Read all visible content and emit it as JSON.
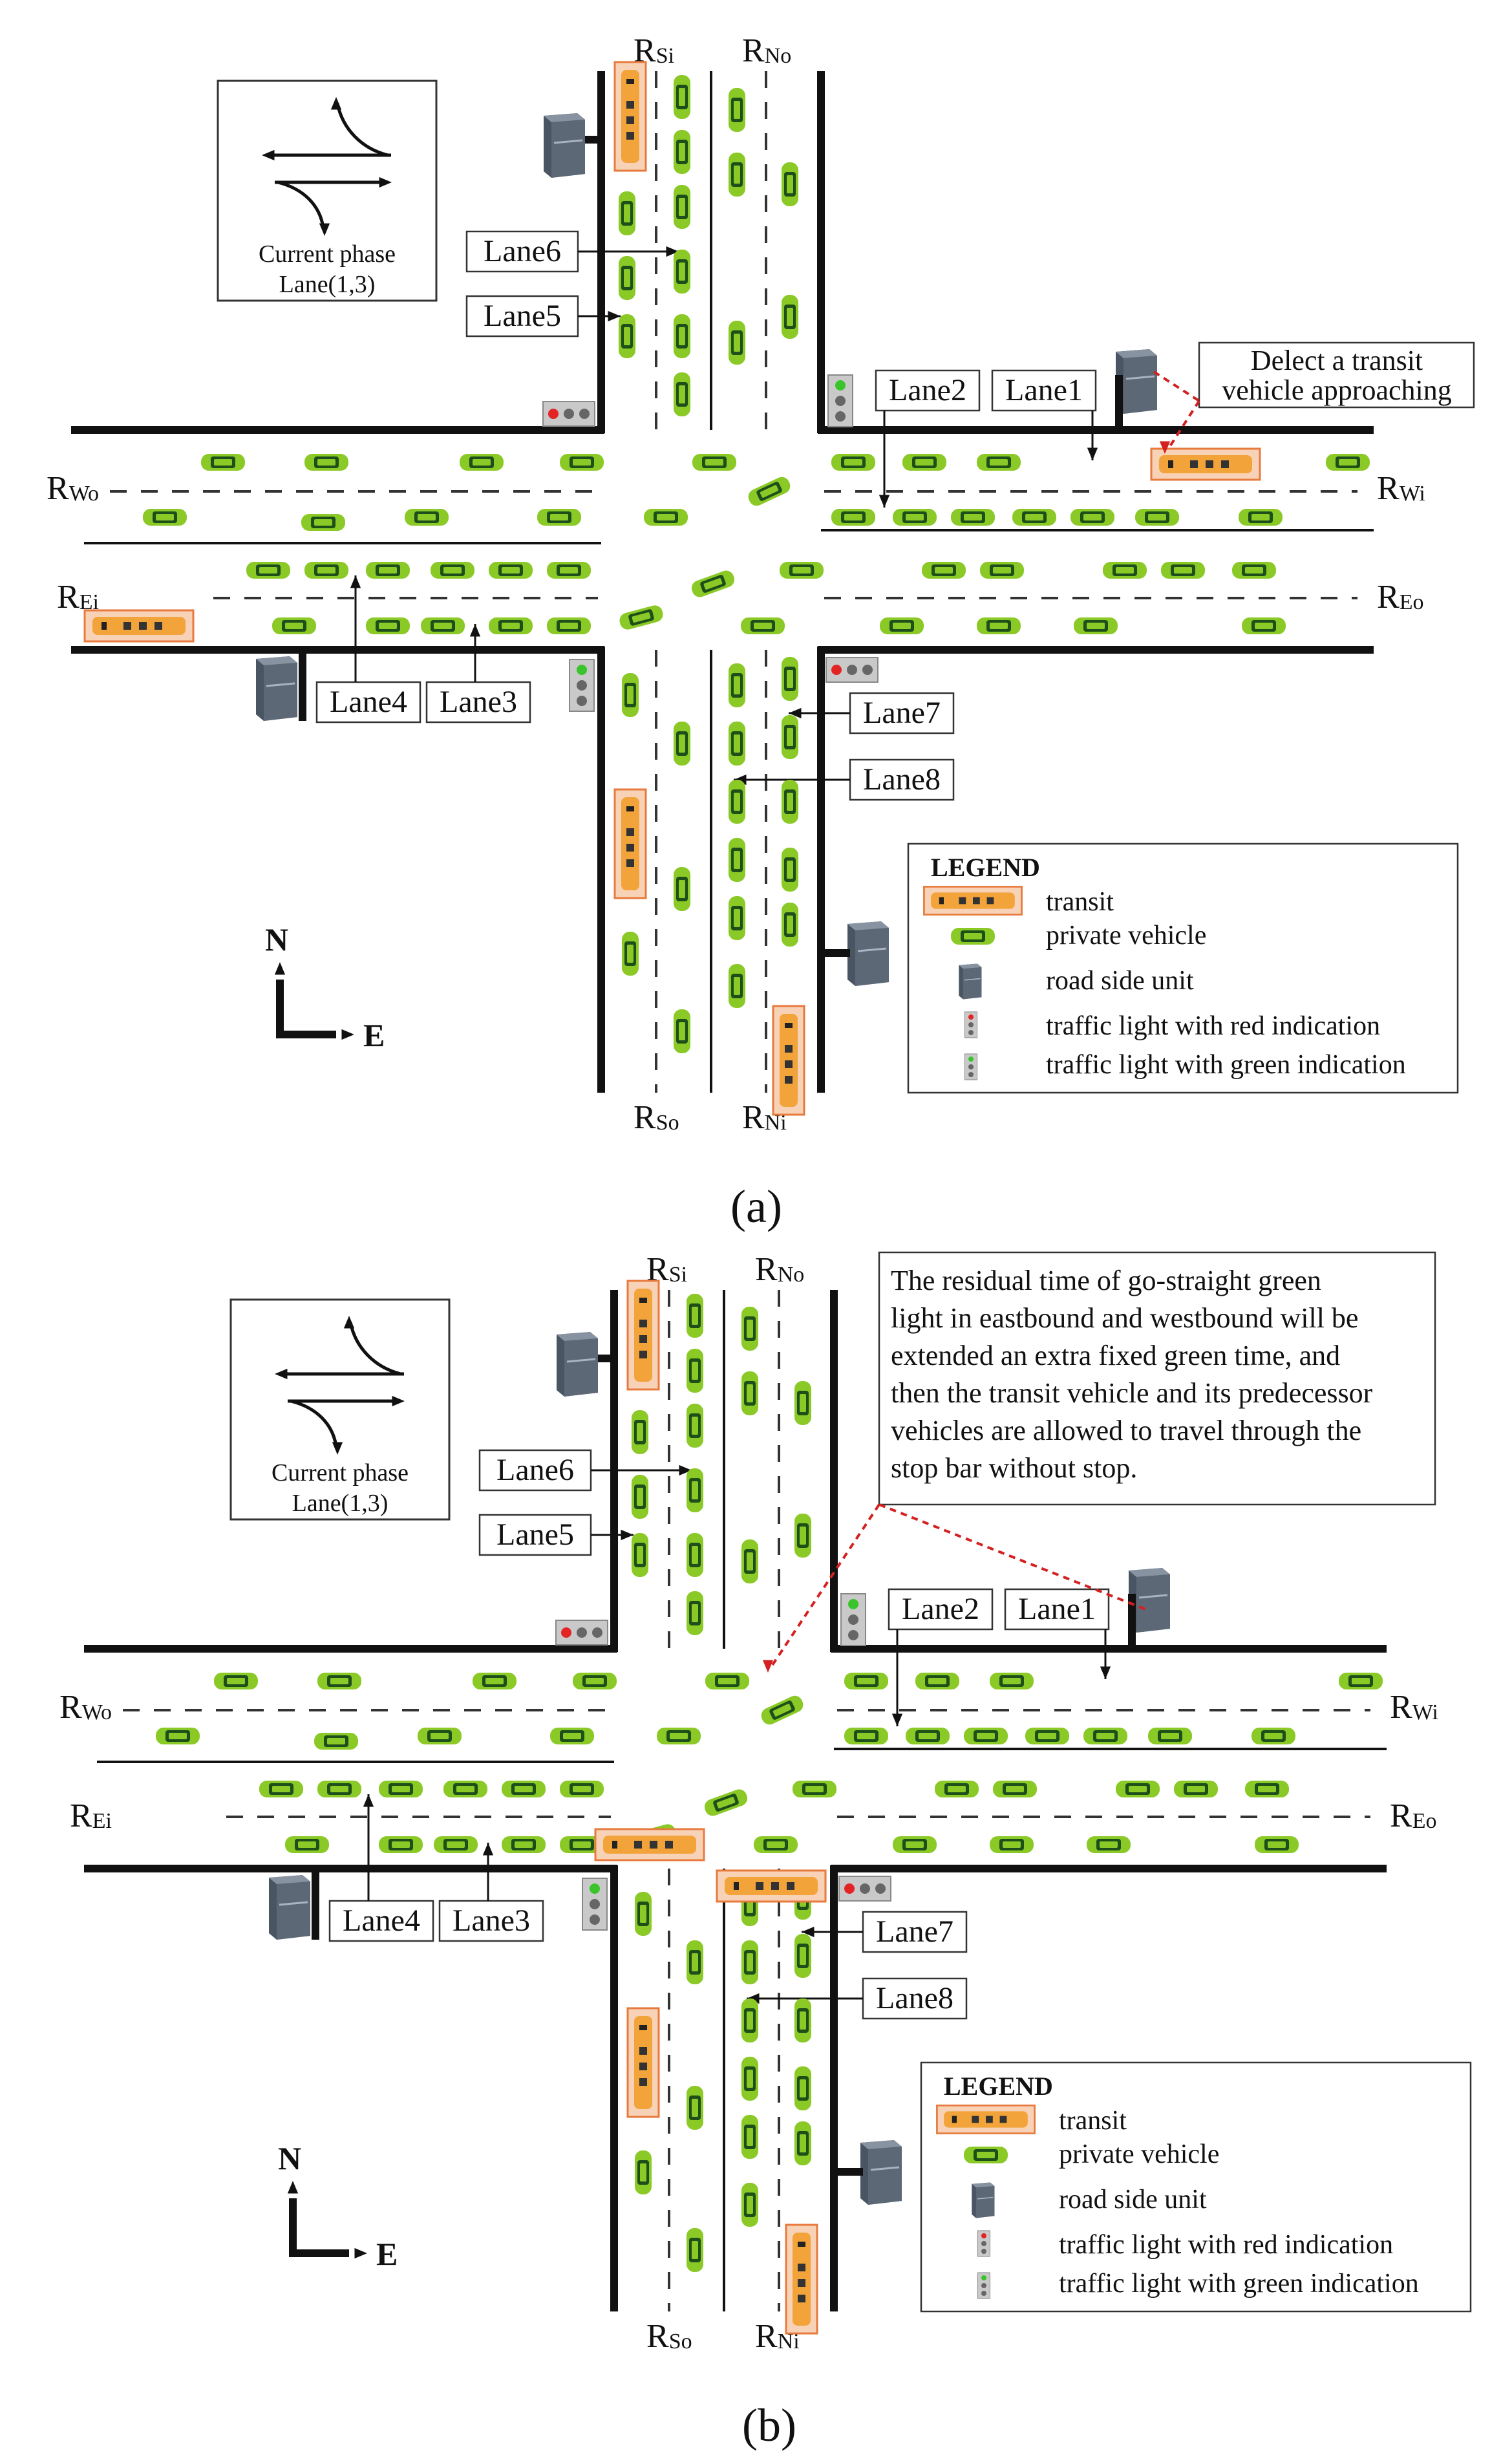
{
  "panels": [
    {
      "id": "a",
      "caption": "(a)",
      "phase": {
        "line1": "Current phase",
        "line2": "Lane(1,3)"
      },
      "roads": {
        "rsi": [
          "R",
          "Si"
        ],
        "rno": [
          "R",
          "No"
        ],
        "rso": [
          "R",
          "So"
        ],
        "rni": [
          "R",
          "Ni"
        ],
        "rwo": [
          "R",
          "Wo"
        ],
        "rwi": [
          "R",
          "Wi"
        ],
        "rei": [
          "R",
          "Ei"
        ],
        "reo": [
          "R",
          "Eo"
        ]
      },
      "lanes": {
        "lane1": "Lane1",
        "lane2": "Lane2",
        "lane3": "Lane3",
        "lane4": "Lane4",
        "lane5": "Lane5",
        "lane6": "Lane6",
        "lane7": "Lane7",
        "lane8": "Lane8"
      },
      "note": [
        "Delect a transit",
        "vehicle approaching"
      ],
      "compass": {
        "n": "N",
        "e": "E"
      },
      "legend": {
        "title": "LEGEND",
        "items": [
          "transit",
          "private vehicle",
          "road side unit",
          "traffic light with red indication",
          "traffic light with green indication"
        ]
      }
    },
    {
      "id": "b",
      "caption": "(b)",
      "phase": {
        "line1": "Current phase",
        "line2": "Lane(1,3)"
      },
      "roads": {
        "rsi": [
          "R",
          "Si"
        ],
        "rno": [
          "R",
          "No"
        ],
        "rso": [
          "R",
          "So"
        ],
        "rni": [
          "R",
          "Ni"
        ],
        "rwo": [
          "R",
          "Wo"
        ],
        "rwi": [
          "R",
          "Wi"
        ],
        "rei": [
          "R",
          "Ei"
        ],
        "reo": [
          "R",
          "Eo"
        ]
      },
      "lanes": {
        "lane1": "Lane1",
        "lane2": "Lane2",
        "lane3": "Lane3",
        "lane4": "Lane4",
        "lane5": "Lane5",
        "lane6": "Lane6",
        "lane7": "Lane7",
        "lane8": "Lane8"
      },
      "note": [
        "The residual time of go-straight green",
        "light in eastbound and westbound will be",
        "extended an extra fixed green time, and",
        "then the transit vehicle and its predecessor",
        "vehicles are allowed to travel through the",
        "stop bar without stop."
      ],
      "compass": {
        "n": "N",
        "e": "E"
      },
      "legend": {
        "title": "LEGEND",
        "items": [
          "transit",
          "private vehicle",
          "road side unit",
          "traffic light with red indication",
          "traffic light with green indication"
        ]
      }
    }
  ],
  "colors": {
    "road": "#111111",
    "car": "#8ac926",
    "car_window": "#1d4f1a",
    "bus": "#f2a33a",
    "bus_halo": "#f8d2b6",
    "red": "#e32424",
    "green": "#39c42c",
    "rsu": "#4a5563",
    "arrow_red": "#d42020"
  }
}
